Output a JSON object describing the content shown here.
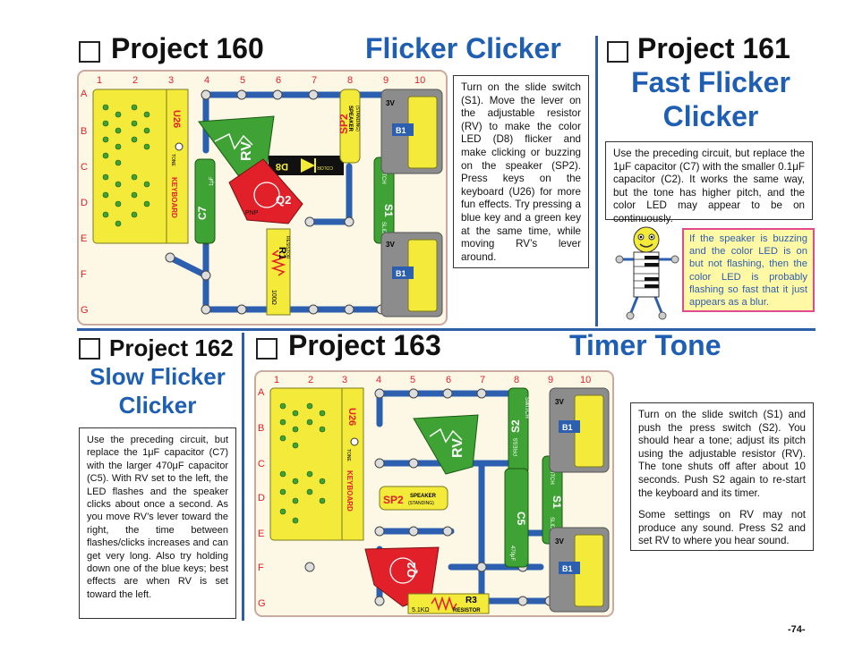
{
  "p160": {
    "title": "Project 160",
    "subtitle": "Flicker Clicker",
    "text": "Turn on the slide switch (S1). Move the lever on the adjustable resistor (RV) to make the color LED (D8) flicker and make clicking or buzzing on the speaker (SP2). Press keys on the keyboard (U26) for more fun effects. Try pressing a blue key and a green key at the same time, while moving RV’s lever around."
  },
  "p161": {
    "title": "Project 161",
    "subtitle_line1": "Fast Flicker",
    "subtitle_line2": "Clicker",
    "text": "Use the preceding circuit, but replace the 1μF capacitor (C7) with the smaller 0.1μF capacitor (C2). It works the same way, but the tone has higher pitch, and the color LED may appear to be on continuously.",
    "bubble": "If the speaker is buzzing and the color LED is on but not flashing, then the color LED is probably flashing so fast that it just appears as a blur."
  },
  "p162": {
    "title": "Project 162",
    "subtitle_line1": "Slow Flicker",
    "subtitle_line2": "Clicker",
    "text": "Use the preceding circuit, but replace the 1μF capacitor (C7) with the larger 470μF capacitor (C5). With RV set to the left, the LED flashes and the speaker clicks about once a second. As you move RV’s lever toward the right, the time between flashes/clicks increases and can get very long. Also try holding down one of the blue keys; best effects are when RV is set toward the left."
  },
  "p163": {
    "title": "Project 163",
    "subtitle": "Timer Tone",
    "text1": "Turn on the slide switch (S1) and push the press switch (S2). You should hear a tone; adjust its pitch using the adjustable resistor (RV). The tone shuts off after about 10 seconds. Push S2 again to re-start the keyboard and its timer.",
    "text2": "Some settings on RV may not produce any sound. Press S2 and set RV to where you hear sound."
  },
  "page_number": "-74-",
  "grid": {
    "cols": [
      "1",
      "2",
      "3",
      "4",
      "5",
      "6",
      "7",
      "8",
      "9",
      "10"
    ],
    "rows": [
      "A",
      "B",
      "C",
      "D",
      "E",
      "F",
      "G"
    ]
  },
  "parts160": {
    "u26": "U26",
    "keyboard": "KEYBOARD",
    "tone": "TONE",
    "rv": "RV",
    "c7": "C7",
    "c7v": "1μF",
    "q2": "Q2",
    "pnp": "PNP",
    "d8": "D8",
    "color": "COLOR",
    "r1": "R1",
    "r1v": "100Ω",
    "resistor": "RESISTOR",
    "sp2": "SP2",
    "speaker": "SPEAKER",
    "standing": "(STANDING)",
    "s1": "S1",
    "slide": "SLIDE",
    "switch": "SWITCH",
    "b1a": "B1",
    "b1b": "B1",
    "v3a": "3V",
    "v3b": "3V"
  },
  "parts163": {
    "u26": "U26",
    "keyboard": "KEYBOARD",
    "tone": "TONE",
    "rv": "RV",
    "sp2": "SP2",
    "speaker": "SPEAKER",
    "standing": "(STANDING)",
    "s2": "S2",
    "press": "PRESS",
    "switch": "SWITCH",
    "c5": "C5",
    "c5v": "470μF",
    "s1": "S1",
    "slide": "SLIDE",
    "q2": "Q2",
    "r3": "R3",
    "r3v": "5.1KΩ",
    "resistor": "RESISTOR",
    "b1a": "B1",
    "b1b": "B1",
    "v3a": "3V",
    "v3b": "3V"
  },
  "colors": {
    "blue_heading": "#1f5fb3",
    "board": "#fdf8e6",
    "keyboard": "#f3ea3a",
    "green": "#3ea334",
    "red": "#e2202a",
    "divider": "#2d5fa8"
  }
}
